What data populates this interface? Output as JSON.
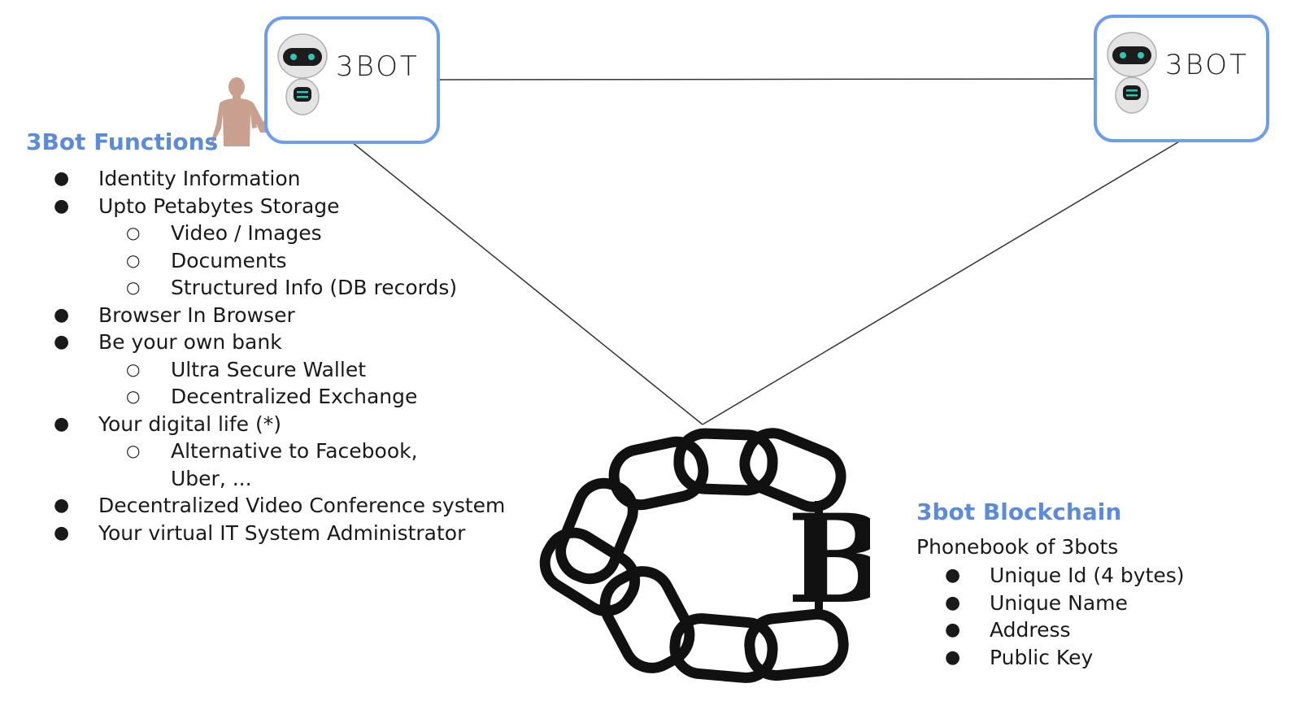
{
  "bots": {
    "left": {
      "logo_text": "3BOT"
    },
    "right": {
      "logo_text": "3BOT"
    }
  },
  "functions": {
    "heading": "3Bot Functions",
    "items": [
      {
        "text": "Identity Information",
        "level": 1
      },
      {
        "text": "Upto Petabytes Storage",
        "level": 1
      },
      {
        "text": "Video / Images",
        "level": 2
      },
      {
        "text": "Documents",
        "level": 2
      },
      {
        "text": "Structured Info (DB records)",
        "level": 2
      },
      {
        "text": "Browser In Browser",
        "level": 1
      },
      {
        "text": "Be your own bank",
        "level": 1
      },
      {
        "text": "Ultra Secure Wallet",
        "level": 2
      },
      {
        "text": "Decentralized Exchange",
        "level": 2
      },
      {
        "text": "Your digital life (*)",
        "level": 1
      },
      {
        "text": "Alternative to Facebook,",
        "level": 2
      },
      {
        "text": "Uber, ...",
        "level": 3
      },
      {
        "text": "Decentralized Video Conference system",
        "level": 1
      },
      {
        "text": "Your virtual IT System Administrator",
        "level": 1
      }
    ]
  },
  "blockchain": {
    "heading": "3bot Blockchain",
    "subtitle": "Phonebook of 3bots",
    "items": [
      "Unique Id (4 bytes)",
      "Unique Name",
      "Address",
      "Public Key"
    ],
    "chain_letter": "B"
  },
  "colors": {
    "accent": "#5b8bd9",
    "box_border": "#6d9eeb",
    "person": "#c9a08f",
    "bot_eye": "#2ec4b6"
  }
}
